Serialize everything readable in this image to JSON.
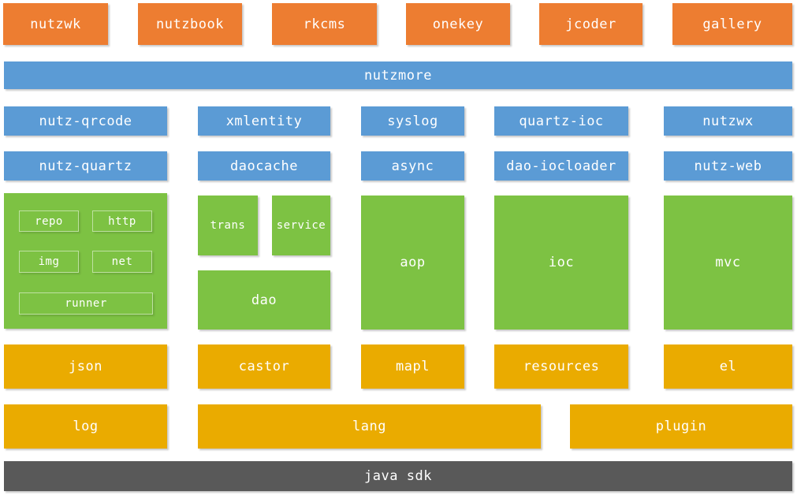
{
  "colors": {
    "orange": "#ED7D31",
    "blue": "#5B9BD5",
    "green": "#7DC243",
    "gold": "#EAAB00",
    "dark": "#595959",
    "text": "#FFFFFF"
  },
  "apps": [
    "nutzwk",
    "nutzbook",
    "rkcms",
    "onekey",
    "jcoder",
    "gallery"
  ],
  "nutzmore": "nutzmore",
  "plugins_row1": [
    "nutz-qrcode",
    "xmlentity",
    "syslog",
    "quartz-ioc",
    "nutzwx"
  ],
  "plugins_row2": [
    "nutz-quartz",
    "daocache",
    "async",
    "dao-iocloader",
    "nutz-web"
  ],
  "core": {
    "tools": [
      "repo",
      "http",
      "img",
      "net",
      "runner"
    ],
    "trans": "trans",
    "service": "service",
    "dao": "dao",
    "aop": "aop",
    "ioc": "ioc",
    "mvc": "mvc"
  },
  "base_row1": [
    "json",
    "castor",
    "mapl",
    "resources",
    "el"
  ],
  "base_row2": [
    "log",
    "lang",
    "plugin"
  ],
  "platform": "java sdk"
}
